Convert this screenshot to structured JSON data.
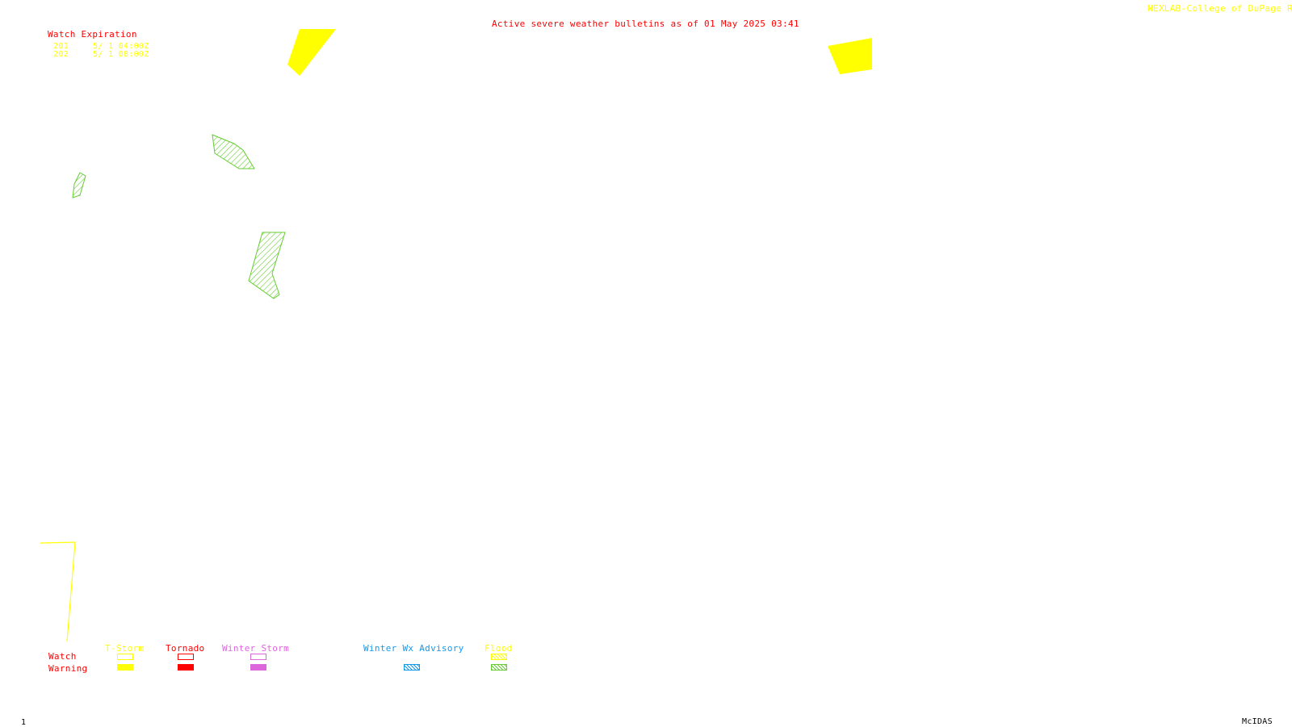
{
  "title": "Active severe weather bulletins as of 01 May 2025 03:41",
  "credit": "NEXLAB-College of DuPage R",
  "watch_expiration": {
    "heading": "Watch Expiration",
    "rows": [
      {
        "id": "201",
        "expires": "5/ 1 04:00Z"
      },
      {
        "id": "202",
        "expires": "5/ 1 08:00Z"
      }
    ]
  },
  "legend": {
    "row_watch": "Watch",
    "row_warning": "Warning",
    "categories": [
      {
        "label": "T-Storm",
        "color": "#ffff00"
      },
      {
        "label": "Tornado",
        "color": "#ff0000"
      },
      {
        "label": "Winter Storm",
        "color": "#dd66dd"
      },
      {
        "label": "Winter Wx Advisory",
        "color": "#1199ee"
      },
      {
        "label": "Flood",
        "color": "#66cc33"
      }
    ]
  },
  "footer": {
    "frame": "1",
    "software": "McIDAS"
  },
  "colors": {
    "watch_fill": "#ffff00",
    "flood_hatch": "#66cc33",
    "text_red": "#ff0000"
  }
}
